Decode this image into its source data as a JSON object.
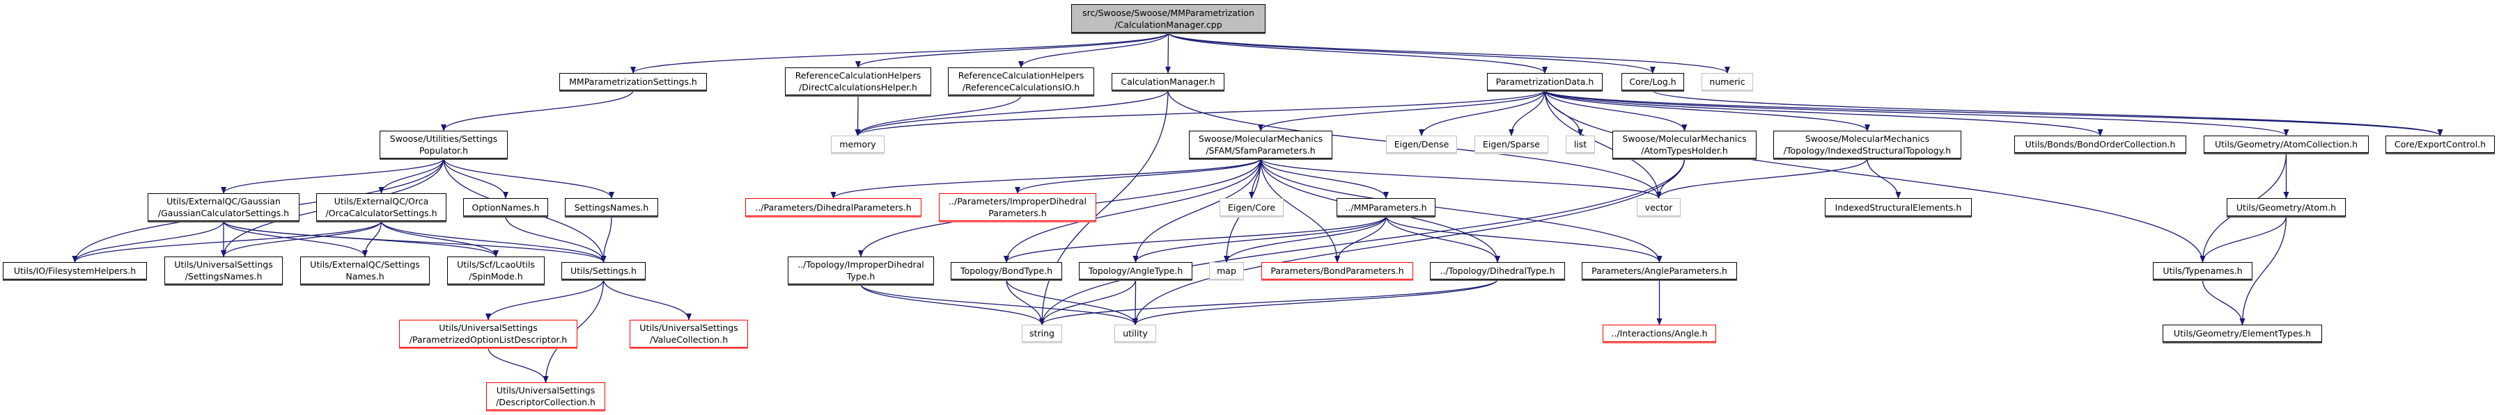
{
  "colors": {
    "edge": "#191970",
    "root_fill": "#bfbfbf",
    "missing_border": "#ff0000",
    "system_border": "#bfbfbf"
  },
  "nodes": [
    {
      "id": "cpp",
      "label": "src/Swoose/Swoose/MMParametrization\n/CalculationManager.cpp",
      "kind": "root"
    },
    {
      "id": "mmps",
      "label": "MMParametrizationSettings.h",
      "kind": "normal"
    },
    {
      "id": "dch",
      "label": "ReferenceCalculationHelpers\n/DirectCalculationsHelper.h",
      "kind": "normal"
    },
    {
      "id": "rcio",
      "label": "ReferenceCalculationHelpers\n/ReferenceCalculationsIO.h",
      "kind": "normal"
    },
    {
      "id": "cmh",
      "label": "CalculationManager.h",
      "kind": "normal"
    },
    {
      "id": "pd",
      "label": "ParametrizationData.h",
      "kind": "normal"
    },
    {
      "id": "log",
      "label": "Core/Log.h",
      "kind": "normal"
    },
    {
      "id": "numeric",
      "label": "numeric",
      "kind": "system"
    },
    {
      "id": "sp",
      "label": "Swoose/Utilities/Settings\nPopulator.h",
      "kind": "normal"
    },
    {
      "id": "gauss",
      "label": "Utils/ExternalQC/Gaussian\n/GaussianCalculatorSettings.h",
      "kind": "normal"
    },
    {
      "id": "orca",
      "label": "Utils/ExternalQC/Orca\n/OrcaCalculatorSettings.h",
      "kind": "normal"
    },
    {
      "id": "optn",
      "label": "OptionNames.h",
      "kind": "normal"
    },
    {
      "id": "setn",
      "label": "SettingsNames.h",
      "kind": "normal"
    },
    {
      "id": "fsh",
      "label": "Utils/IO/FilesystemHelpers.h",
      "kind": "normal"
    },
    {
      "id": "usn",
      "label": "Utils/UniversalSettings\n/SettingsNames.h",
      "kind": "normal"
    },
    {
      "id": "eqsn",
      "label": "Utils/ExternalQC/Settings\nNames.h",
      "kind": "normal"
    },
    {
      "id": "spin",
      "label": "Utils/Scf/LcaoUtils\n/SpinMode.h",
      "kind": "normal"
    },
    {
      "id": "set",
      "label": "Utils/Settings.h",
      "kind": "normal"
    },
    {
      "id": "pold",
      "label": "Utils/UniversalSettings\n/ParametrizedOptionListDescriptor.h",
      "kind": "missing"
    },
    {
      "id": "vc",
      "label": "Utils/UniversalSettings\n/ValueCollection.h",
      "kind": "missing"
    },
    {
      "id": "dc",
      "label": "Utils/UniversalSettings\n/DescriptorCollection.h",
      "kind": "missing"
    },
    {
      "id": "memory",
      "label": "memory",
      "kind": "system"
    },
    {
      "id": "sfam",
      "label": "Swoose/MolecularMechanics\n/SFAM/SfamParameters.h",
      "kind": "normal"
    },
    {
      "id": "edense",
      "label": "Eigen/Dense",
      "kind": "system"
    },
    {
      "id": "esparse",
      "label": "Eigen/Sparse",
      "kind": "system"
    },
    {
      "id": "list",
      "label": "list",
      "kind": "system"
    },
    {
      "id": "ath",
      "label": "Swoose/MolecularMechanics\n/AtomTypesHolder.h",
      "kind": "normal"
    },
    {
      "id": "ist",
      "label": "Swoose/MolecularMechanics\n/Topology/IndexedStructuralTopology.h",
      "kind": "normal"
    },
    {
      "id": "boc",
      "label": "Utils/Bonds/BondOrderCollection.h",
      "kind": "normal"
    },
    {
      "id": "ac",
      "label": "Utils/Geometry/AtomCollection.h",
      "kind": "normal"
    },
    {
      "id": "ec",
      "label": "Core/ExportControl.h",
      "kind": "normal"
    },
    {
      "id": "dihp",
      "label": "../Parameters/DihedralParameters.h",
      "kind": "missing"
    },
    {
      "id": "idp",
      "label": "../Parameters/ImproperDihedral\nParameters.h",
      "kind": "missing"
    },
    {
      "id": "ecore",
      "label": "Eigen/Core",
      "kind": "system"
    },
    {
      "id": "mmp",
      "label": "../MMParameters.h",
      "kind": "normal"
    },
    {
      "id": "vector",
      "label": "vector",
      "kind": "system"
    },
    {
      "id": "ise",
      "label": "IndexedStructuralElements.h",
      "kind": "normal"
    },
    {
      "id": "atom",
      "label": "Utils/Geometry/Atom.h",
      "kind": "normal"
    },
    {
      "id": "idt",
      "label": "../Topology/ImproperDihedral\nType.h",
      "kind": "normal"
    },
    {
      "id": "bt",
      "label": "Topology/BondType.h",
      "kind": "normal"
    },
    {
      "id": "at",
      "label": "Topology/AngleType.h",
      "kind": "normal"
    },
    {
      "id": "map",
      "label": "map",
      "kind": "system"
    },
    {
      "id": "bp",
      "label": "Parameters/BondParameters.h",
      "kind": "missing"
    },
    {
      "id": "dt",
      "label": "../Topology/DihedralType.h",
      "kind": "normal"
    },
    {
      "id": "ap",
      "label": "Parameters/AngleParameters.h",
      "kind": "normal"
    },
    {
      "id": "tn",
      "label": "Utils/Typenames.h",
      "kind": "normal"
    },
    {
      "id": "string",
      "label": "string",
      "kind": "system"
    },
    {
      "id": "utility",
      "label": "utility",
      "kind": "system"
    },
    {
      "id": "angle",
      "label": "../Interactions/Angle.h",
      "kind": "missing"
    },
    {
      "id": "et",
      "label": "Utils/Geometry/ElementTypes.h",
      "kind": "normal"
    }
  ],
  "edges": [
    [
      "cpp",
      "mmps"
    ],
    [
      "cpp",
      "dch"
    ],
    [
      "cpp",
      "rcio"
    ],
    [
      "cpp",
      "cmh"
    ],
    [
      "cpp",
      "pd"
    ],
    [
      "cpp",
      "log"
    ],
    [
      "cpp",
      "numeric"
    ],
    [
      "mmps",
      "sp"
    ],
    [
      "sp",
      "gauss"
    ],
    [
      "sp",
      "orca"
    ],
    [
      "sp",
      "optn"
    ],
    [
      "sp",
      "setn"
    ],
    [
      "sp",
      "fsh"
    ],
    [
      "sp",
      "usn"
    ],
    [
      "sp",
      "set"
    ],
    [
      "gauss",
      "fsh"
    ],
    [
      "gauss",
      "usn"
    ],
    [
      "gauss",
      "eqsn"
    ],
    [
      "gauss",
      "spin"
    ],
    [
      "gauss",
      "set"
    ],
    [
      "orca",
      "fsh"
    ],
    [
      "orca",
      "usn"
    ],
    [
      "orca",
      "eqsn"
    ],
    [
      "orca",
      "spin"
    ],
    [
      "orca",
      "set"
    ],
    [
      "optn",
      "set"
    ],
    [
      "setn",
      "set"
    ],
    [
      "set",
      "pold"
    ],
    [
      "set",
      "vc"
    ],
    [
      "set",
      "dc"
    ],
    [
      "pold",
      "dc"
    ],
    [
      "dch",
      "memory"
    ],
    [
      "rcio",
      "memory"
    ],
    [
      "cmh",
      "memory"
    ],
    [
      "cmh",
      "string"
    ],
    [
      "cmh",
      "vector"
    ],
    [
      "pd",
      "memory"
    ],
    [
      "pd",
      "sfam"
    ],
    [
      "pd",
      "edense"
    ],
    [
      "pd",
      "esparse"
    ],
    [
      "pd",
      "list"
    ],
    [
      "pd",
      "ath"
    ],
    [
      "pd",
      "ist"
    ],
    [
      "pd",
      "boc"
    ],
    [
      "pd",
      "ac"
    ],
    [
      "pd",
      "ec"
    ],
    [
      "pd",
      "vector"
    ],
    [
      "pd",
      "tn"
    ],
    [
      "log",
      "ec"
    ],
    [
      "sfam",
      "dihp"
    ],
    [
      "sfam",
      "idp"
    ],
    [
      "sfam",
      "ecore"
    ],
    [
      "sfam",
      "mmp"
    ],
    [
      "sfam",
      "idt"
    ],
    [
      "sfam",
      "bt"
    ],
    [
      "sfam",
      "at"
    ],
    [
      "sfam",
      "map"
    ],
    [
      "sfam",
      "bp"
    ],
    [
      "sfam",
      "dt"
    ],
    [
      "sfam",
      "ap"
    ],
    [
      "sfam",
      "vector"
    ],
    [
      "mmp",
      "bt"
    ],
    [
      "mmp",
      "at"
    ],
    [
      "mmp",
      "map"
    ],
    [
      "mmp",
      "bp"
    ],
    [
      "mmp",
      "dt"
    ],
    [
      "mmp",
      "ap"
    ],
    [
      "idt",
      "string"
    ],
    [
      "idt",
      "utility"
    ],
    [
      "bt",
      "string"
    ],
    [
      "bt",
      "utility"
    ],
    [
      "at",
      "string"
    ],
    [
      "at",
      "utility"
    ],
    [
      "dt",
      "string"
    ],
    [
      "dt",
      "utility"
    ],
    [
      "ath",
      "vector"
    ],
    [
      "ath",
      "string"
    ],
    [
      "ath",
      "utility"
    ],
    [
      "ist",
      "vector"
    ],
    [
      "ist",
      "ise"
    ],
    [
      "ap",
      "angle"
    ],
    [
      "ac",
      "atom"
    ],
    [
      "ac",
      "tn"
    ],
    [
      "atom",
      "tn"
    ],
    [
      "atom",
      "et"
    ],
    [
      "tn",
      "et"
    ]
  ]
}
